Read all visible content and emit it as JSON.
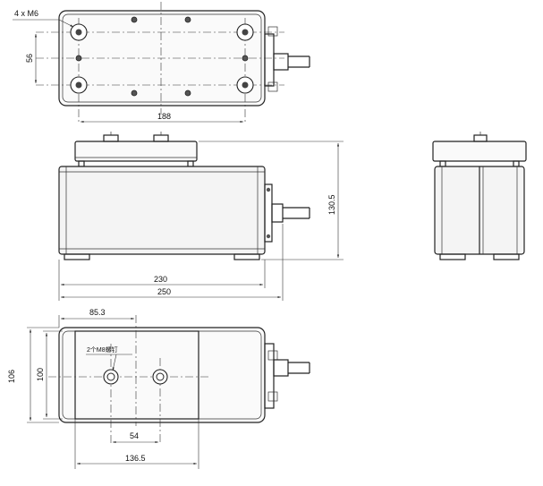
{
  "drawing": {
    "top_view": {
      "hole_note": "4 x M6",
      "dim_vertical": "56",
      "dim_horizontal": "188"
    },
    "front_view": {
      "dim_height": "130.5",
      "dim_width_inner": "230",
      "dim_width_outer": "250"
    },
    "bottom_view": {
      "screw_note": "2个M8螺钉",
      "dim_offset": "85.3",
      "dim_height_outer": "106",
      "dim_height_inner": "100",
      "dim_hole_spacing": "54",
      "dim_width": "136.5"
    }
  }
}
